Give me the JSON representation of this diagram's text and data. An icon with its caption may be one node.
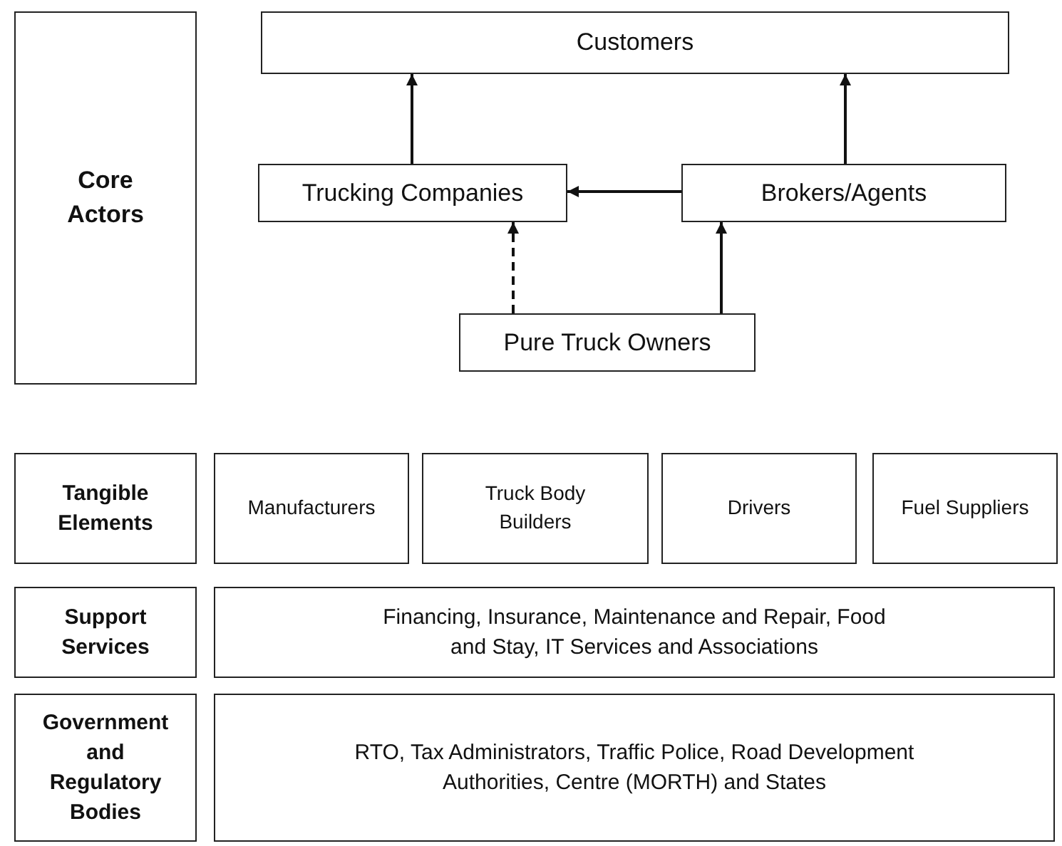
{
  "diagram": {
    "nodes": [
      {
        "text": [
          "Core Actors"
        ]
      },
      {
        "text": [
          "Customers"
        ]
      },
      {
        "text": [
          "Trucking Companies"
        ]
      },
      {
        "text": [
          "Brokers/Agents"
        ]
      },
      {
        "text": [
          "Pure Truck Owners"
        ]
      },
      {
        "text": [
          "Tangible Elements"
        ]
      },
      {
        "text": [
          "Manufacturers"
        ]
      },
      {
        "text": [
          "Truck Body Builders"
        ]
      },
      {
        "text": [
          "Drivers"
        ]
      },
      {
        "text": [
          "Fuel Suppliers"
        ]
      },
      {
        "text": [
          "Support Services"
        ]
      },
      {
        "text": [
          "Financing, Insurance, Maintenance and Repair, Food and Stay, IT Services and Associations"
        ]
      },
      {
        "text": [
          "Government and Regulatory Bodies"
        ]
      },
      {
        "text": [
          "RTO, Tax Administrators, Traffic Police, Road Development Authorities, Centre (MORTH) and States"
        ]
      }
    ],
    "edges": [
      {
        "from": 2,
        "to": 1,
        "arrow": "to"
      },
      {
        "from": 3,
        "to": 1,
        "arrow": "to"
      },
      {
        "from": 3,
        "to": 2,
        "arrow": "to"
      },
      {
        "from": 4,
        "to": 2,
        "arrow": "to",
        "style": "dashed"
      },
      {
        "from": 4,
        "to": 3,
        "arrow": "to"
      }
    ]
  }
}
